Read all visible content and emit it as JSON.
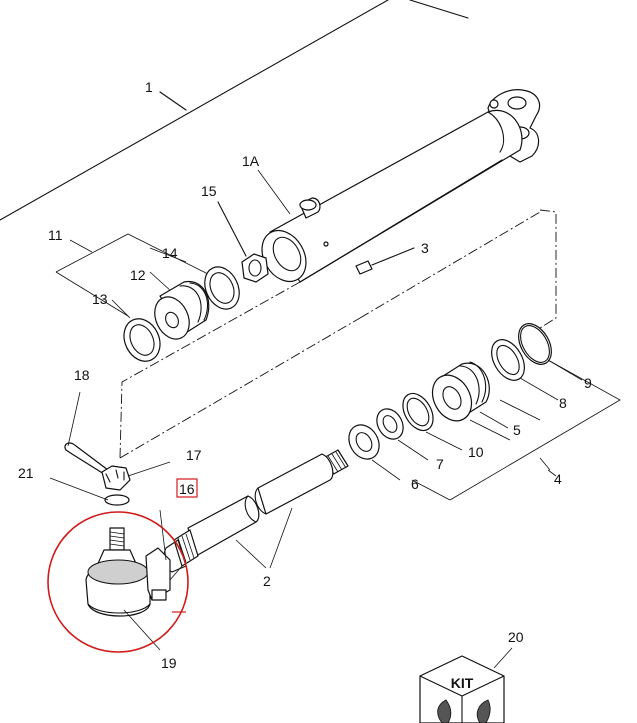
{
  "labels": {
    "p1": "1",
    "p1a": "1A",
    "p2": "2",
    "p3": "3",
    "p4": "4",
    "p5": "5",
    "p6": "6",
    "p7": "7",
    "p8": "8",
    "p9": "9",
    "p10": "10",
    "p11": "11",
    "p12": "12",
    "p13": "13",
    "p14": "14",
    "p15": "15",
    "p16": "16",
    "p17": "17",
    "p18": "18",
    "p19": "19",
    "p20": "20",
    "p21": "21"
  },
  "kit": {
    "text": "KIT"
  },
  "colors": {
    "highlight_circle": "#d11a1a",
    "highlight_box": "#d11a1a",
    "line": "#111111"
  },
  "icons": {
    "kit_box": "kit-box-icon",
    "tractor_leaf": "leaf-logo-icon"
  }
}
